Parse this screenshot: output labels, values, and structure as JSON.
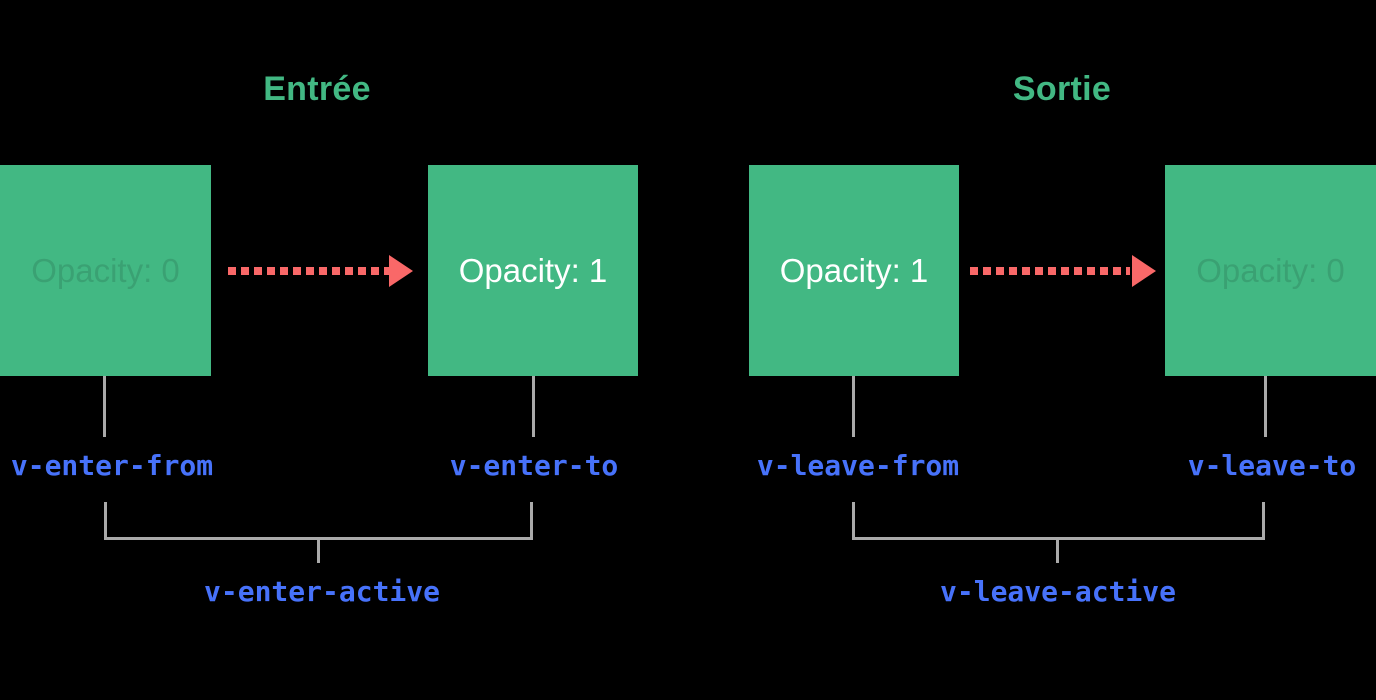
{
  "colors": {
    "background": "#000000",
    "green": "#42b883",
    "salmon": "#f96868",
    "blue": "#4772fa",
    "gray": "#aaaaaa",
    "white": "#ffffff"
  },
  "enter": {
    "title": "Entrée",
    "from_box": "Opacity: 0",
    "to_box": "Opacity: 1",
    "from_label": "v-enter-from",
    "to_label": "v-enter-to",
    "active_label": "v-enter-active"
  },
  "leave": {
    "title": "Sortie",
    "from_box": "Opacity: 1",
    "to_box": "Opacity: 0",
    "from_label": "v-leave-from",
    "to_label": "v-leave-to",
    "active_label": "v-leave-active"
  }
}
